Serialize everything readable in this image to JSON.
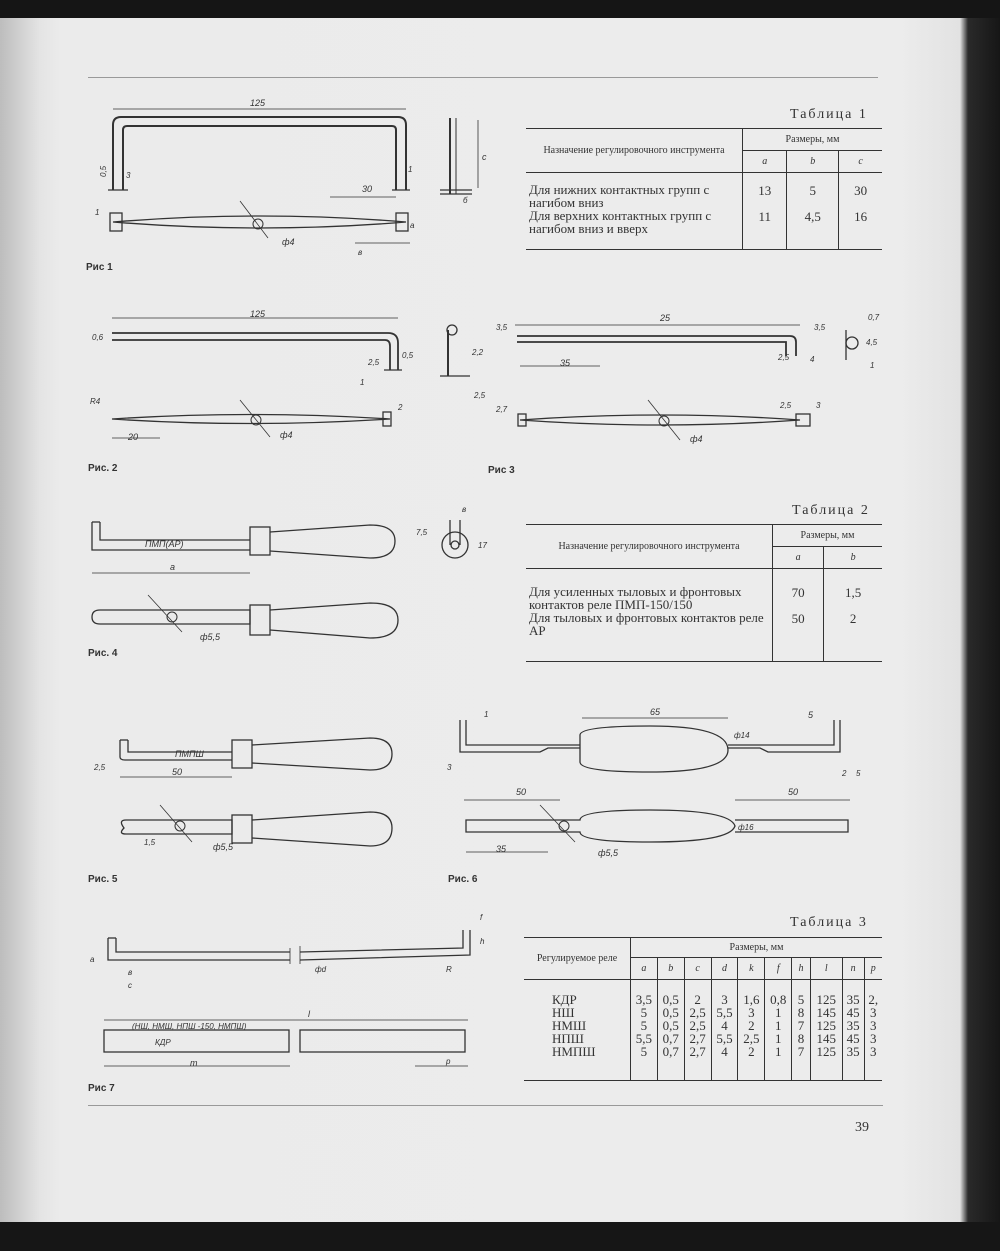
{
  "page": {
    "number": "39"
  },
  "figures": [
    {
      "id": "fig1",
      "caption": "Рис  1",
      "dims": [
        "125",
        "0,5",
        "3",
        "1",
        "30",
        "c",
        "1",
        "б",
        "a",
        "в",
        "ф4"
      ]
    },
    {
      "id": "fig2",
      "caption": "Рис. 2",
      "dims": [
        "125",
        "0,6",
        "2,5",
        "0,5",
        "1",
        "R4",
        "20",
        "ф4",
        "2",
        "2,2",
        "2,5"
      ]
    },
    {
      "id": "fig3",
      "caption": "Рис  3",
      "dims": [
        "25",
        "3,5",
        "3,5",
        "35",
        "2,5",
        "4",
        "2,5",
        "0,7",
        "4,5",
        "1",
        "2,7",
        "ф4",
        "3"
      ]
    },
    {
      "id": "fig4",
      "caption": "Рис. 4",
      "dims": [
        "ПМП(АР)",
        "a",
        "ф5,5",
        "в",
        "7,5",
        "17"
      ]
    },
    {
      "id": "fig5",
      "caption": "Рис. 5",
      "dims": [
        "ПМПШ",
        "2,5",
        "50",
        "1,5",
        "ф5,5"
      ]
    },
    {
      "id": "fig6",
      "caption": "Рис. 6",
      "dims": [
        "1",
        "65",
        "ф14",
        "5",
        "3",
        "2",
        "5",
        "50",
        "50",
        "ф16",
        "35",
        "ф5,5"
      ]
    },
    {
      "id": "fig7",
      "caption": "Рис  7",
      "dims": [
        "a",
        "в",
        "c",
        "фd",
        "R",
        "f",
        "h",
        "l",
        "(НШ, НМШ, НПШ -150, НМПШ)",
        "КДР",
        "m",
        "p"
      ]
    }
  ],
  "table1": {
    "title": "Таблица 1",
    "col_head": "Назначение регулировочного инструмента",
    "dims_head": "Размеры, мм",
    "cols": [
      "a",
      "b",
      "c"
    ],
    "rows": [
      {
        "label": "Для нижних контактных групп с нагибом вниз",
        "values": [
          "13",
          "5",
          "30"
        ]
      },
      {
        "label": "Для верхних контактных групп с нагибом вниз и вверх",
        "values": [
          "11",
          "4,5",
          "16"
        ]
      }
    ]
  },
  "table2": {
    "title": "Таблица 2",
    "col_head": "Назначение регулировочного инструмента",
    "dims_head": "Размеры, мм",
    "cols": [
      "a",
      "b"
    ],
    "rows": [
      {
        "label": "Для усиленных тыловых и фронтовых контактов реле ПМП-150/150",
        "values": [
          "70",
          "1,5"
        ]
      },
      {
        "label": "Для тыловых и фронтовых контактов реле АР",
        "values": [
          "50",
          "2"
        ]
      }
    ]
  },
  "table3": {
    "title": "Таблица 3",
    "col_head": "Регулируемое реле",
    "dims_head": "Размеры, мм",
    "cols": [
      "a",
      "b",
      "c",
      "d",
      "k",
      "f",
      "h",
      "l",
      "n",
      "p"
    ],
    "rows": [
      {
        "label": "КДР",
        "values": [
          "3,5",
          "0,5",
          "2",
          "3",
          "1,6",
          "0,8",
          "5",
          "125",
          "35",
          "2,"
        ]
      },
      {
        "label": "НШ",
        "values": [
          "5",
          "0,5",
          "2,5",
          "5,5",
          "3",
          "1",
          "8",
          "145",
          "45",
          "3"
        ]
      },
      {
        "label": "НМШ",
        "values": [
          "5",
          "0,5",
          "2,5",
          "4",
          "2",
          "1",
          "7",
          "125",
          "35",
          "3"
        ]
      },
      {
        "label": "НПШ",
        "values": [
          "5,5",
          "0,7",
          "2,7",
          "5,5",
          "2,5",
          "1",
          "8",
          "145",
          "45",
          "3"
        ]
      },
      {
        "label": "НМПШ",
        "values": [
          "5",
          "0,7",
          "2,7",
          "4",
          "2",
          "1",
          "7",
          "125",
          "35",
          "3"
        ]
      }
    ]
  }
}
